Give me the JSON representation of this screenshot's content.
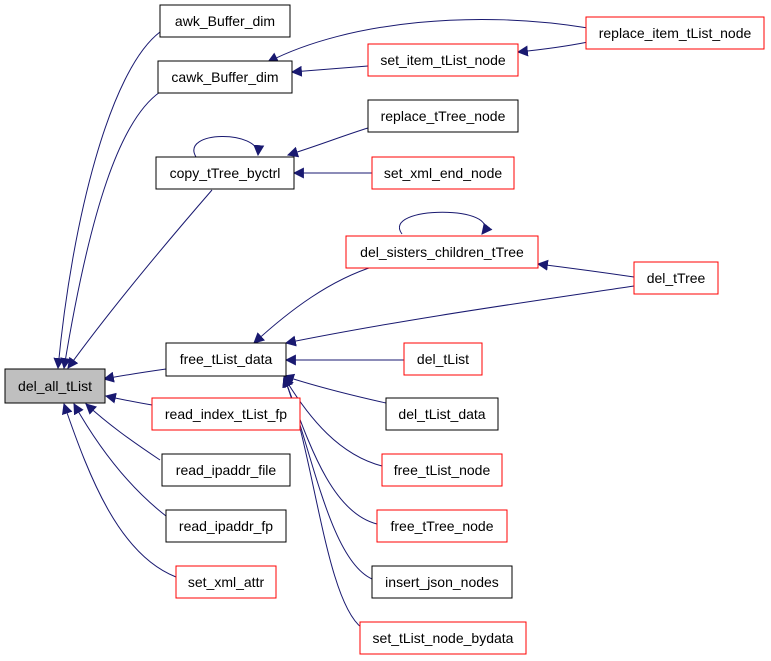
{
  "colors": {
    "edge": "#191970",
    "root_fill": "#bfbfbf",
    "node_fill": "#ffffff",
    "border_black": "#000000",
    "border_red": "#ff0000"
  },
  "nodes": {
    "del_all_tList": "del_all_tList",
    "awk_Buffer_dim": "awk_Buffer_dim",
    "cawk_Buffer_dim": "cawk_Buffer_dim",
    "set_item_tList_node": "set_item_tList_node",
    "replace_item_tList_node": "replace_item_tList_node",
    "copy_tTree_byctrl": "copy_tTree_byctrl",
    "replace_tTree_node": "replace_tTree_node",
    "set_xml_end_node": "set_xml_end_node",
    "del_sisters_children_tTree": "del_sisters_children_tTree",
    "del_tTree": "del_tTree",
    "free_tList_data": "free_tList_data",
    "del_tList": "del_tList",
    "del_tList_data": "del_tList_data",
    "free_tList_node": "free_tList_node",
    "free_tTree_node": "free_tTree_node",
    "insert_json_nodes": "insert_json_nodes",
    "set_tList_node_bydata": "set_tList_node_bydata",
    "read_index_tList_fp": "read_index_tList_fp",
    "read_ipaddr_file": "read_ipaddr_file",
    "read_ipaddr_fp": "read_ipaddr_fp",
    "set_xml_attr": "set_xml_attr"
  }
}
